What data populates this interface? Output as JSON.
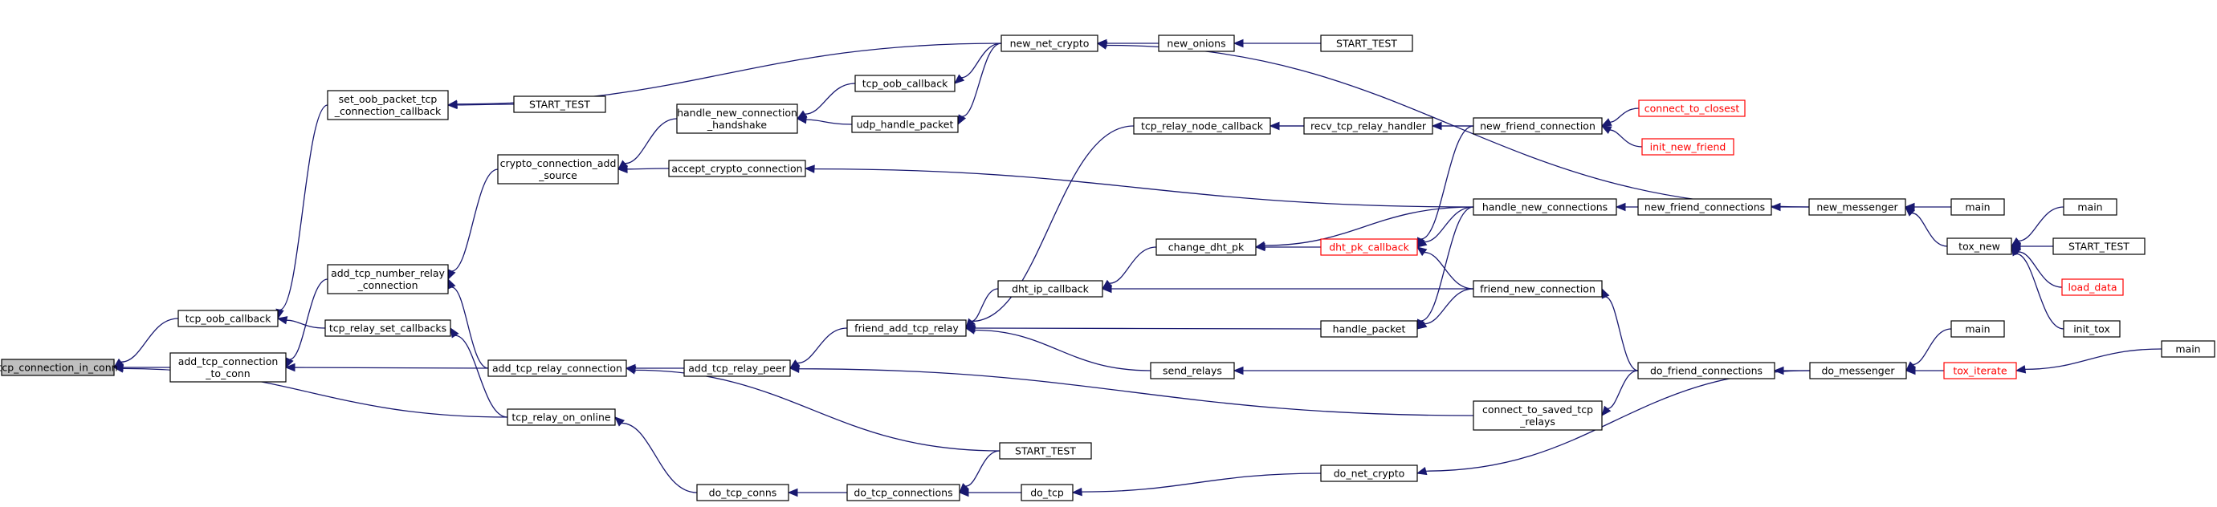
{
  "nodes": {
    "tcp_connection_in_conn": {
      "lines": [
        "tcp_connection_in_conn"
      ]
    },
    "tcp_oob_callback_a": {
      "lines": [
        "tcp_oob_callback"
      ]
    },
    "add_tcp_connection_to_conn": {
      "lines": [
        "add_tcp_connection",
        "_to_conn"
      ]
    },
    "tcp_relay_on_online": {
      "lines": [
        "tcp_relay_on_online"
      ]
    },
    "set_oob_packet_tcp_connection_callback": {
      "lines": [
        "set_oob_packet_tcp",
        "_connection_callback"
      ]
    },
    "start_test_1": {
      "lines": [
        "START_TEST"
      ]
    },
    "add_tcp_number_relay_connection": {
      "lines": [
        "add_tcp_number_relay",
        "_connection"
      ]
    },
    "tcp_relay_set_callbacks": {
      "lines": [
        "tcp_relay_set_callbacks"
      ]
    },
    "crypto_connection_add_source": {
      "lines": [
        "crypto_connection_add",
        "_source"
      ]
    },
    "add_tcp_relay_connection": {
      "lines": [
        "add_tcp_relay_connection"
      ]
    },
    "do_tcp_conns": {
      "lines": [
        "do_tcp_conns"
      ]
    },
    "handle_new_connection_handshake": {
      "lines": [
        "handle_new_connection",
        "_handshake"
      ]
    },
    "accept_crypto_connection": {
      "lines": [
        "accept_crypto_connection"
      ]
    },
    "add_tcp_relay_peer": {
      "lines": [
        "add_tcp_relay_peer"
      ]
    },
    "do_tcp_connections": {
      "lines": [
        "do_tcp_connections"
      ]
    },
    "tcp_oob_callback_b": {
      "lines": [
        "tcp_oob_callback"
      ]
    },
    "udp_handle_packet": {
      "lines": [
        "udp_handle_packet"
      ]
    },
    "friend_add_tcp_relay": {
      "lines": [
        "friend_add_tcp_relay"
      ]
    },
    "start_test_2": {
      "lines": [
        "START_TEST"
      ]
    },
    "do_tcp": {
      "lines": [
        "do_tcp"
      ]
    },
    "new_net_crypto": {
      "lines": [
        "new_net_crypto"
      ]
    },
    "tcp_relay_node_callback": {
      "lines": [
        "tcp_relay_node_callback"
      ]
    },
    "dht_ip_callback": {
      "lines": [
        "dht_ip_callback"
      ]
    },
    "send_relays": {
      "lines": [
        "send_relays"
      ]
    },
    "new_onions": {
      "lines": [
        "new_onions"
      ]
    },
    "change_dht_pk": {
      "lines": [
        "change_dht_pk"
      ]
    },
    "recv_tcp_relay_handler": {
      "lines": [
        "recv_tcp_relay_handler"
      ]
    },
    "dht_pk_callback": {
      "lines": [
        "dht_pk_callback"
      ]
    },
    "handle_packet": {
      "lines": [
        "handle_packet"
      ]
    },
    "do_net_crypto": {
      "lines": [
        "do_net_crypto"
      ]
    },
    "start_test_3": {
      "lines": [
        "START_TEST"
      ]
    },
    "new_friend_connection": {
      "lines": [
        "new_friend_connection"
      ]
    },
    "handle_new_connections": {
      "lines": [
        "handle_new_connections"
      ]
    },
    "friend_new_connection": {
      "lines": [
        "friend_new_connection"
      ]
    },
    "connect_to_saved_tcp_relays": {
      "lines": [
        "connect_to_saved_tcp",
        "_relays"
      ]
    },
    "connect_to_closest": {
      "lines": [
        "connect_to_closest"
      ]
    },
    "init_new_friend": {
      "lines": [
        "init_new_friend"
      ]
    },
    "new_friend_connections": {
      "lines": [
        "new_friend_connections"
      ]
    },
    "do_friend_connections": {
      "lines": [
        "do_friend_connections"
      ]
    },
    "new_messenger": {
      "lines": [
        "new_messenger"
      ]
    },
    "do_messenger": {
      "lines": [
        "do_messenger"
      ]
    },
    "main_1": {
      "lines": [
        "main"
      ]
    },
    "tox_new": {
      "lines": [
        "tox_new"
      ]
    },
    "main_2": {
      "lines": [
        "main"
      ]
    },
    "tox_iterate": {
      "lines": [
        "tox_iterate"
      ]
    },
    "main_3": {
      "lines": [
        "main"
      ]
    },
    "start_test_4": {
      "lines": [
        "START_TEST"
      ]
    },
    "load_data": {
      "lines": [
        "load_data"
      ]
    },
    "init_tox": {
      "lines": [
        "init_tox"
      ]
    },
    "main_4": {
      "lines": [
        "main"
      ]
    }
  },
  "colors": {
    "edge": "#191970",
    "node_border": "#000000",
    "root_fill": "#bfbfbf",
    "truncated_border": "#ff0000",
    "background": "#ffffff"
  }
}
